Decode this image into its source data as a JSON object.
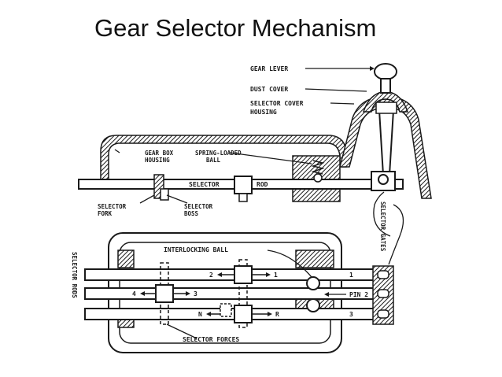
{
  "title": "Gear Selector Mechanism",
  "labels": {
    "gear_lever": "GEAR LEVER",
    "dust_cover": "DUST COVER",
    "selector_cover_1": "SELECTOR COVER",
    "selector_cover_2": "HOUSING",
    "gear_box_1": "GEAR BOX",
    "gear_box_2": "HOUSING",
    "spring_loaded_1": "SPRING-LOADED",
    "spring_loaded_2": "BALL",
    "selector": "SELECTOR",
    "rod": "ROD",
    "selector_fork_1": "SELECTOR",
    "selector_fork_2": "FORK",
    "selector_boss_1": "SELECTOR",
    "selector_boss_2": "BOSS",
    "selector_gates": "SELECTOR GATES",
    "selector_rods": "SELECTOR RODS",
    "interlocking_ball": "INTERLOCKING BALL",
    "rod_1": "1",
    "rod_2": "2",
    "rod_3": "3",
    "gear_2": "2",
    "gear_1": "1",
    "gear_4": "4",
    "gear_3": "3",
    "gear_n": "N",
    "gear_r": "R",
    "pin_2": "PIN 2",
    "selector_forks": "SELECTOR FORCES"
  },
  "colors": {
    "line": "#1a1a1a",
    "background": "#ffffff"
  }
}
